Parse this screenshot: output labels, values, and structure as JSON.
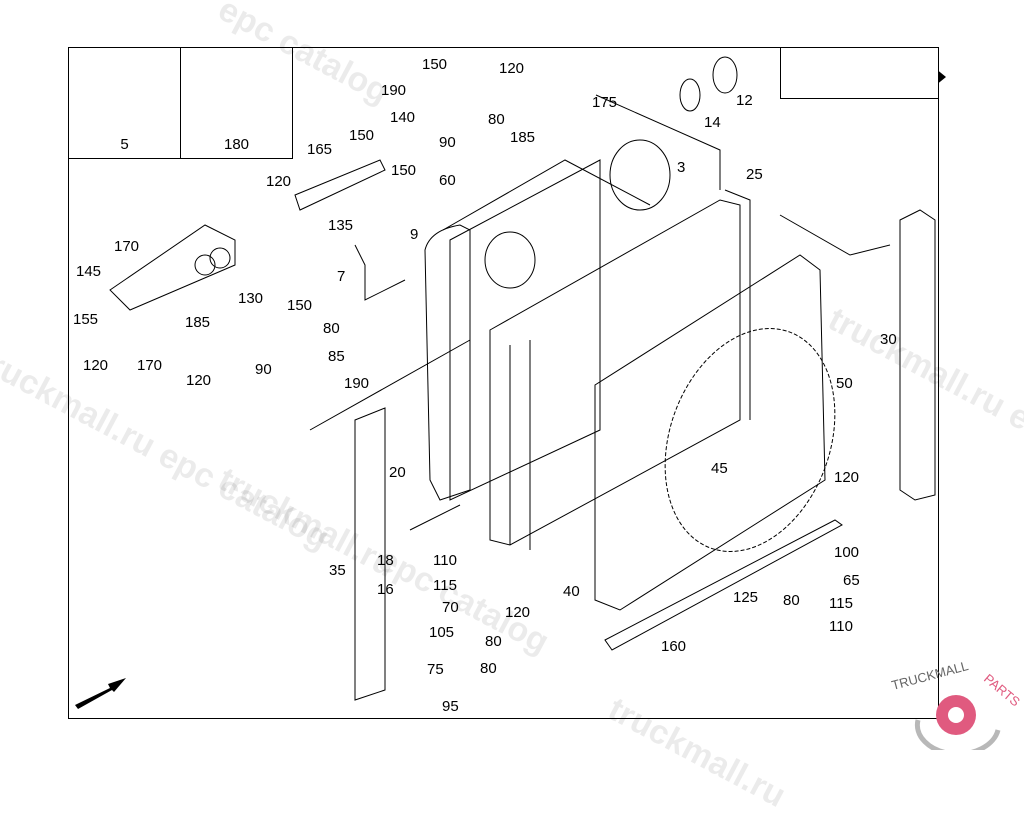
{
  "diagram": {
    "title_thumbnails": [
      {
        "id": "5",
        "label": "5",
        "icon": "bracket-plate-icon"
      },
      {
        "id": "180",
        "label": "180",
        "icon": "no-spray-prohibition-icon"
      }
    ],
    "direction_indicator": {
      "icon": "bus-icon",
      "arrow": "arrow-right-icon"
    },
    "orientation_arrow": "arrow-up-right-icon",
    "callouts": [
      {
        "id": "c150a",
        "text": "150"
      },
      {
        "id": "c120a",
        "text": "120"
      },
      {
        "id": "c190a",
        "text": "190"
      },
      {
        "id": "c140",
        "text": "140"
      },
      {
        "id": "c80a",
        "text": "80"
      },
      {
        "id": "c90a",
        "text": "90"
      },
      {
        "id": "c185a",
        "text": "185"
      },
      {
        "id": "c60",
        "text": "60"
      },
      {
        "id": "c175",
        "text": "175"
      },
      {
        "id": "c12",
        "text": "12"
      },
      {
        "id": "c14",
        "text": "14"
      },
      {
        "id": "c3",
        "text": "3"
      },
      {
        "id": "c25",
        "text": "25"
      },
      {
        "id": "c165",
        "text": "165"
      },
      {
        "id": "c150b",
        "text": "150"
      },
      {
        "id": "c150c",
        "text": "150"
      },
      {
        "id": "c120b",
        "text": "120"
      },
      {
        "id": "c135",
        "text": "135"
      },
      {
        "id": "c9",
        "text": "9"
      },
      {
        "id": "c7",
        "text": "7"
      },
      {
        "id": "c170a",
        "text": "170"
      },
      {
        "id": "c145",
        "text": "145"
      },
      {
        "id": "c130",
        "text": "130"
      },
      {
        "id": "c150d",
        "text": "150"
      },
      {
        "id": "c185b",
        "text": "185"
      },
      {
        "id": "c155",
        "text": "155"
      },
      {
        "id": "c80b",
        "text": "80"
      },
      {
        "id": "c85",
        "text": "85"
      },
      {
        "id": "c120c",
        "text": "120"
      },
      {
        "id": "c170b",
        "text": "170"
      },
      {
        "id": "c90b",
        "text": "90"
      },
      {
        "id": "c120d",
        "text": "120"
      },
      {
        "id": "c190b",
        "text": "190"
      },
      {
        "id": "c30",
        "text": "30"
      },
      {
        "id": "c50",
        "text": "50"
      },
      {
        "id": "c20",
        "text": "20"
      },
      {
        "id": "c45",
        "text": "45"
      },
      {
        "id": "c120e",
        "text": "120"
      },
      {
        "id": "c18",
        "text": "18"
      },
      {
        "id": "c110a",
        "text": "110"
      },
      {
        "id": "c100",
        "text": "100"
      },
      {
        "id": "c35",
        "text": "35"
      },
      {
        "id": "c16",
        "text": "16"
      },
      {
        "id": "c115a",
        "text": "115"
      },
      {
        "id": "c40",
        "text": "40"
      },
      {
        "id": "c65",
        "text": "65"
      },
      {
        "id": "c70",
        "text": "70"
      },
      {
        "id": "c120f",
        "text": "120"
      },
      {
        "id": "c125",
        "text": "125"
      },
      {
        "id": "c80c",
        "text": "80"
      },
      {
        "id": "c115b",
        "text": "115"
      },
      {
        "id": "c105",
        "text": "105"
      },
      {
        "id": "c80d",
        "text": "80"
      },
      {
        "id": "c110b",
        "text": "110"
      },
      {
        "id": "c160",
        "text": "160"
      },
      {
        "id": "c75",
        "text": "75"
      },
      {
        "id": "c80e",
        "text": "80"
      },
      {
        "id": "c95",
        "text": "95"
      }
    ]
  },
  "watermarks": [
    "epc catalog",
    "truckmall.ru epc catalog",
    "truckmall.ru epc catalog",
    "truckmall.ru e",
    "epc catalog",
    "truckmall.ru"
  ],
  "logo": {
    "text": "TRUCKMALLPARTS",
    "colors": {
      "primary": "#e05a7f",
      "secondary": "#b8b8b8"
    }
  }
}
